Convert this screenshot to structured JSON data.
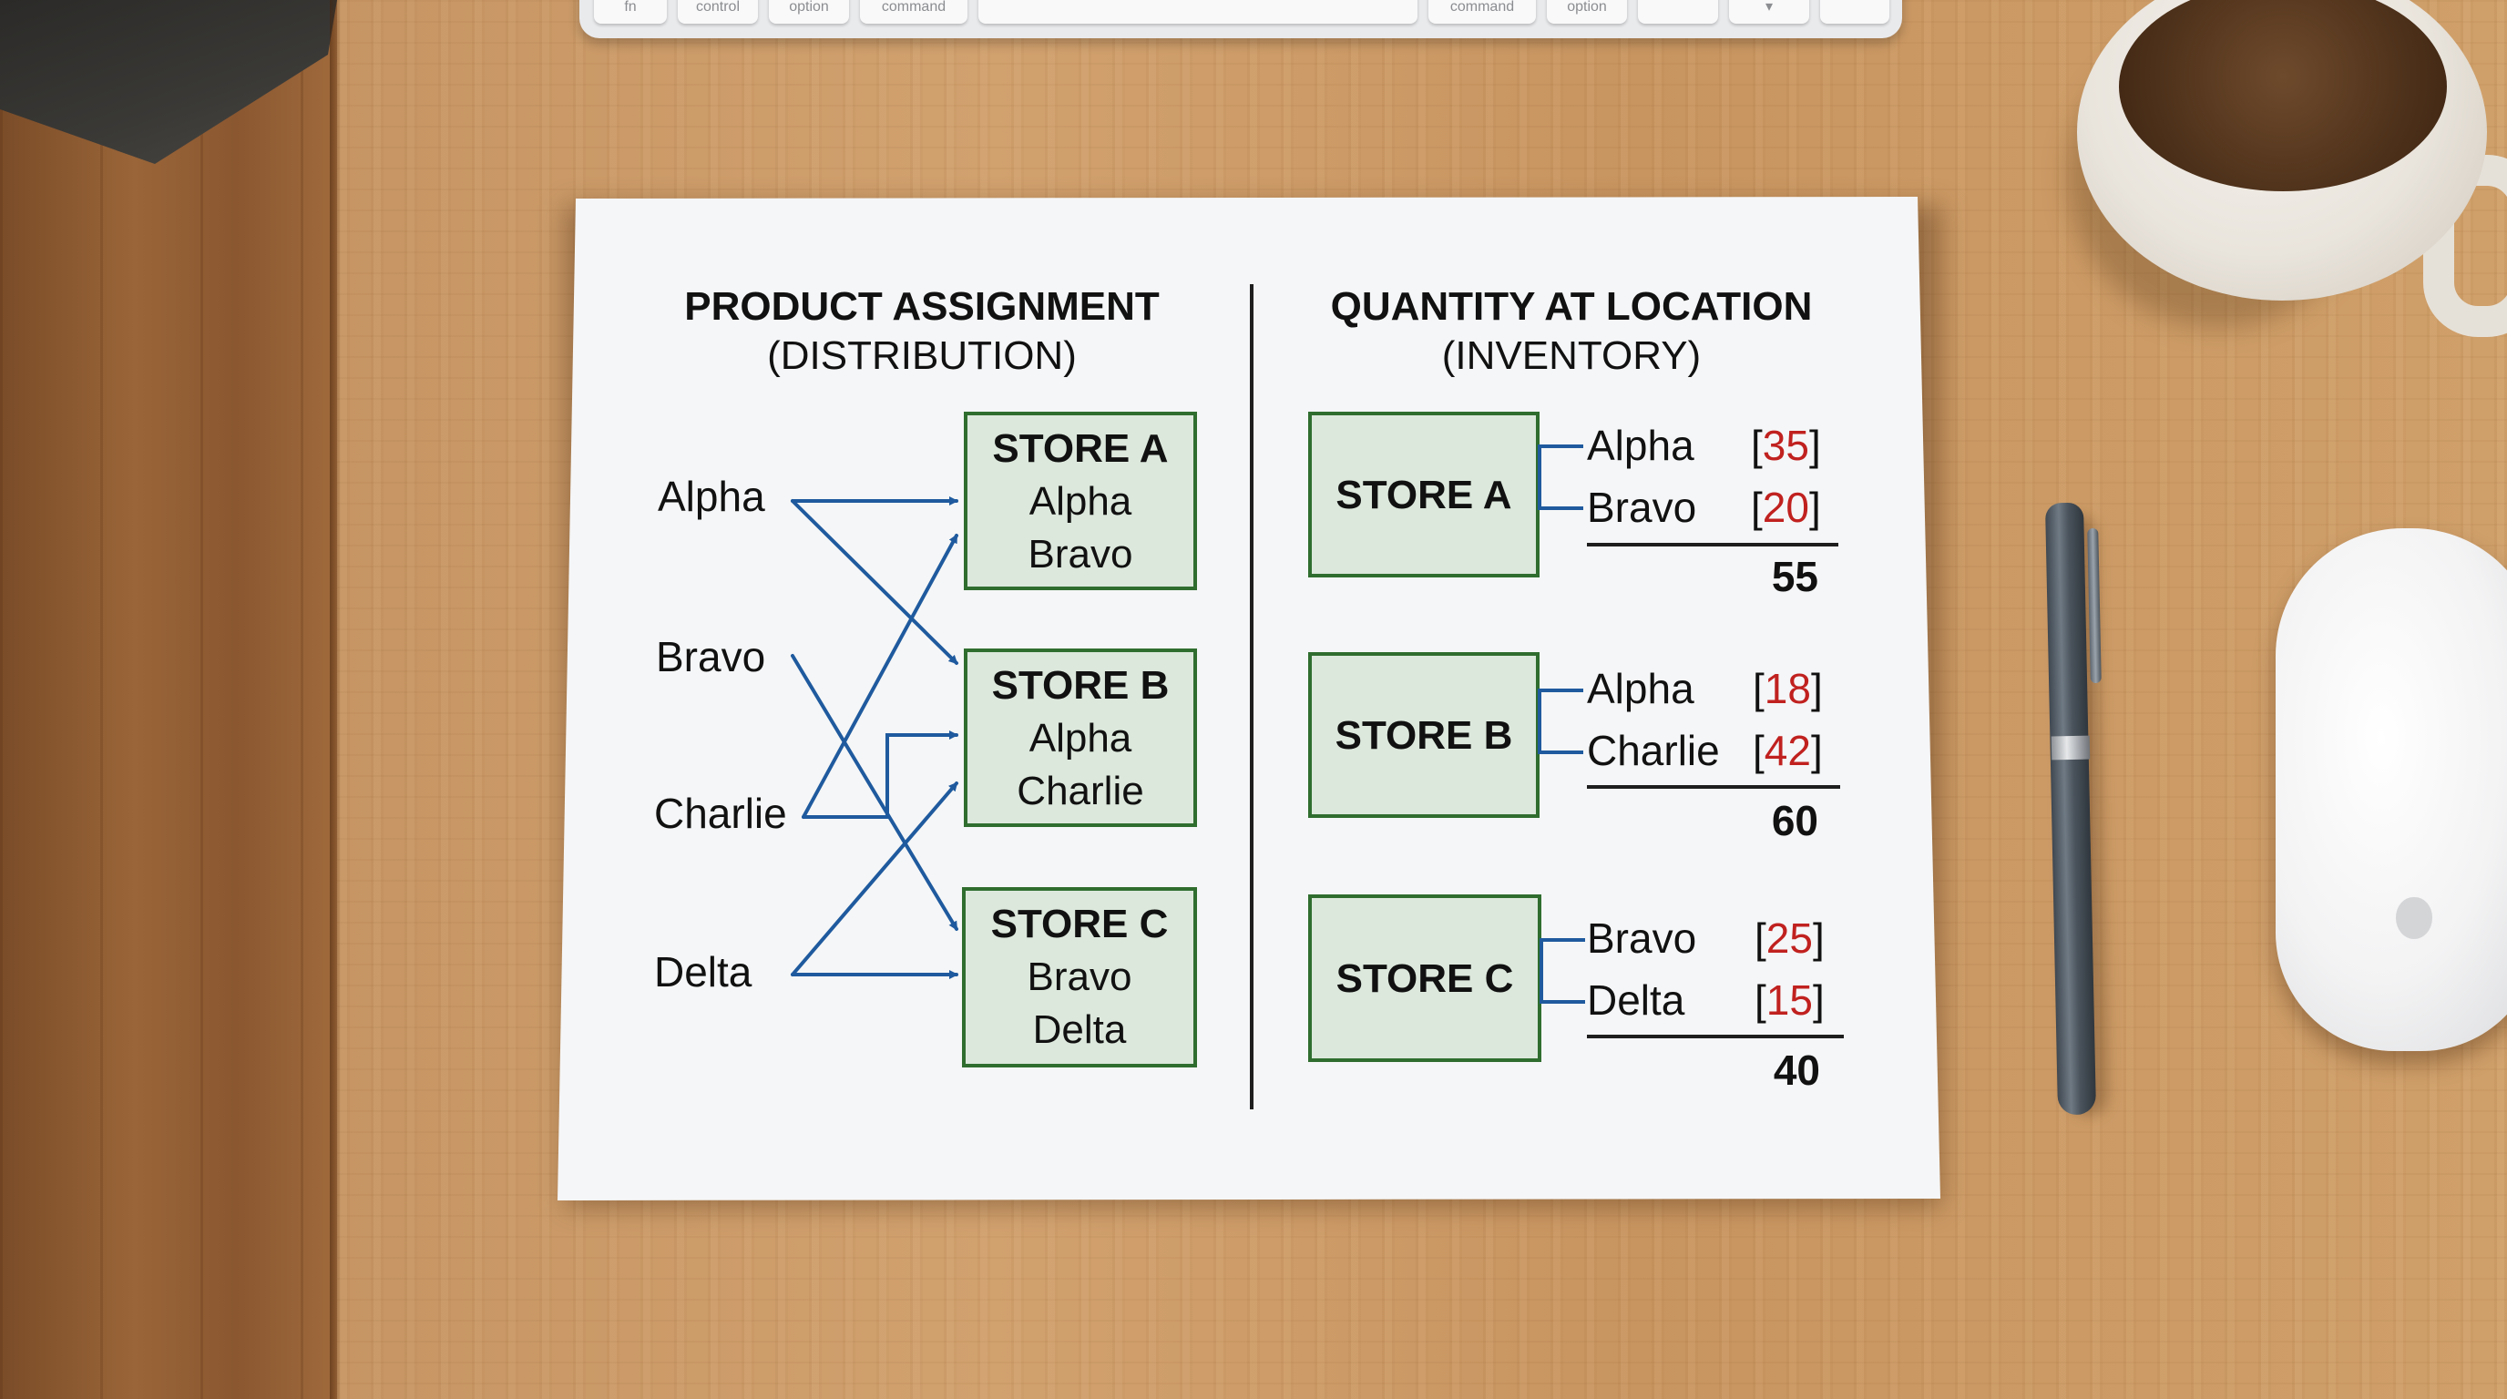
{
  "keyboard": {
    "keys": [
      "fn",
      "control",
      "option",
      "command",
      "",
      "command",
      "option",
      "",
      "▾",
      ""
    ]
  },
  "left_panel": {
    "title": "PRODUCT ASSIGNMENT",
    "subtitle": "(DISTRIBUTION)",
    "products": [
      "Alpha",
      "Bravo",
      "Charlie",
      "Delta"
    ],
    "stores": [
      {
        "name": "STORE A",
        "items": [
          "Alpha",
          "Bravo"
        ]
      },
      {
        "name": "STORE B",
        "items": [
          "Alpha",
          "Charlie"
        ]
      },
      {
        "name": "STORE C",
        "items": [
          "Bravo",
          "Delta"
        ]
      }
    ],
    "arrows": [
      {
        "from": "Alpha",
        "to": "STORE A"
      },
      {
        "from": "Alpha",
        "to": "STORE B"
      },
      {
        "from": "Bravo",
        "to": "STORE C"
      },
      {
        "from": "Charlie",
        "to": "STORE A"
      },
      {
        "from": "Charlie",
        "to": "STORE B"
      },
      {
        "from": "Delta",
        "to": "STORE B"
      },
      {
        "from": "Delta",
        "to": "STORE C"
      }
    ]
  },
  "right_panel": {
    "title": "QUANTITY AT LOCATION",
    "subtitle": "(INVENTORY)",
    "stores": [
      {
        "name": "STORE A",
        "items": [
          {
            "name": "Alpha",
            "qty": "35"
          },
          {
            "name": "Bravo",
            "qty": "20"
          }
        ],
        "total": "55"
      },
      {
        "name": "STORE B",
        "items": [
          {
            "name": "Alpha",
            "qty": "18"
          },
          {
            "name": "Charlie",
            "qty": "42"
          }
        ],
        "total": "60"
      },
      {
        "name": "STORE C",
        "items": [
          {
            "name": "Bravo",
            "qty": "25"
          },
          {
            "name": "Delta",
            "qty": "15"
          }
        ],
        "total": "40"
      }
    ]
  },
  "colors": {
    "arrow": "#1f5a9e",
    "box_fill": "#dce8dc",
    "box_border": "#2f6d2f",
    "quantity": "#c0211f"
  }
}
